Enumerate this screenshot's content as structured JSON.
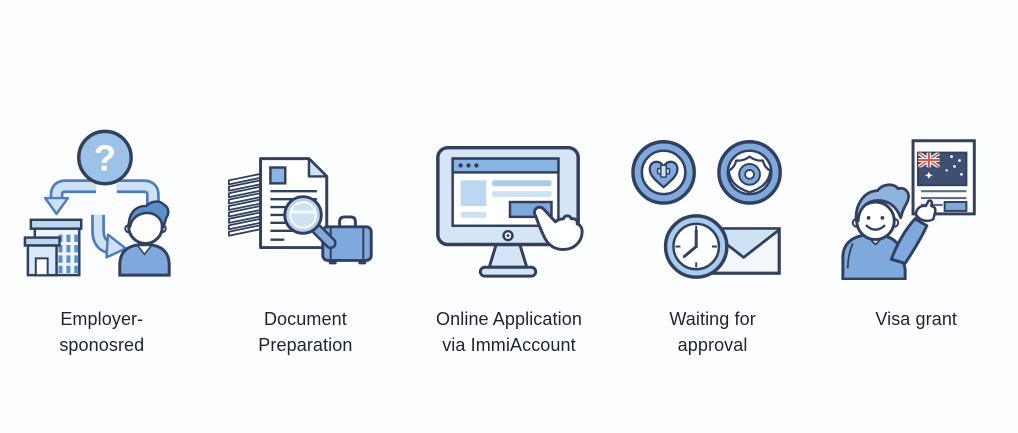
{
  "page": {
    "background_color": "#fcfdfe",
    "text_color": "#1f2430"
  },
  "palette": {
    "outline_navy": "#31405e",
    "arrow_outline_blue": "#4f7cba",
    "arrow_fill_light": "#cfe2f4",
    "mid_blue": "#7fa9dc",
    "sky_blue": "#8ab4e2",
    "light_blue": "#bcd7f0",
    "pale_blue": "#d6e5f5",
    "window_bar_blue": "#5b8fce",
    "hair_blue": "#8fb3dd",
    "flag_navy": "#3d4f73",
    "flag_red": "#d9534b",
    "paper_white": "#ffffff"
  },
  "steps": [
    {
      "id": "employer-sponsored",
      "icon": "employer-sponsorship-cycle-icon",
      "question_glyph": "?",
      "label_line1": "Employer-",
      "label_line2": "sponosred"
    },
    {
      "id": "document-preparation",
      "icon": "document-search-briefcase-icon",
      "label_line1": "Document",
      "label_line2": "Preparation"
    },
    {
      "id": "online-application",
      "icon": "online-application-computer-icon",
      "label_line1": "Online Application",
      "label_line2": "via ImmiAccount"
    },
    {
      "id": "waiting-approval",
      "icon": "approval-badges-clock-mail-icon",
      "label_line1": "Waiting for",
      "label_line2": "approval"
    },
    {
      "id": "visa-grant",
      "icon": "person-australian-visa-icon",
      "label_line1": "Visa grant",
      "label_line2": ""
    }
  ]
}
